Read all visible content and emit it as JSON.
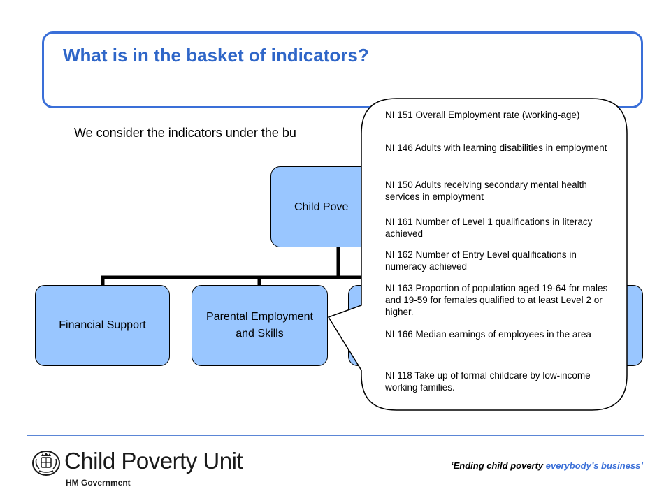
{
  "slide": {
    "title": "What is in the basket of indicators?",
    "intro": "We consider the indicators under the bu"
  },
  "diagram": {
    "root": "Child Pove",
    "children": [
      "Financial Support",
      "Parental Employment and Skills"
    ]
  },
  "callout": {
    "items": [
      "NI 151 Overall Employment rate (working-age)",
      "NI 146 Adults with learning disabilities in employment",
      "NI 150 Adults receiving secondary mental health services in employment",
      "NI 161 Number of Level 1 qualifications in literacy achieved",
      "NI 162 Number of Entry Level qualifications in numeracy achieved",
      "NI 163  Proportion of population aged 19-64 for males and 19-59 for females qualified to at least Level 2 or higher.",
      "NI 166  Median earnings of employees in the area",
      "NI 118 Take up of formal childcare by low-income working families."
    ]
  },
  "footer": {
    "logo_name": "Child Poverty Unit",
    "logo_sub": "HM Government",
    "tagline_prefix": "‘Ending child poverty ",
    "tagline_accent": "everybody’s business’"
  }
}
